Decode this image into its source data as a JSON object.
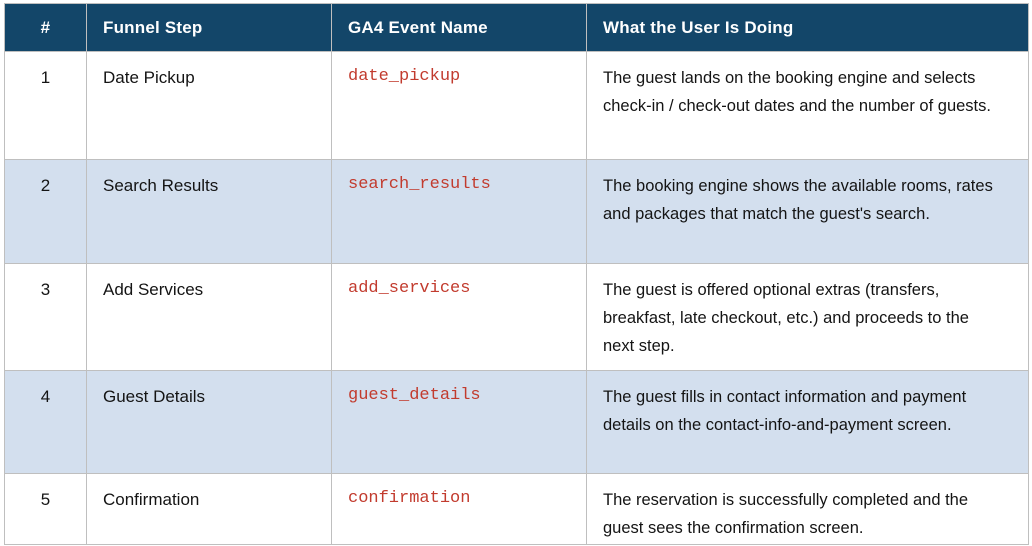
{
  "table": {
    "columns": [
      "#",
      "Funnel Step",
      "GA4 Event Name",
      "What the User Is Doing"
    ],
    "rows": [
      {
        "num": "1",
        "step": "Date Pickup",
        "event": "date_pickup",
        "description": "The guest lands on the booking engine and selects check-in / check-out dates and the number of guests."
      },
      {
        "num": "2",
        "step": "Search Results",
        "event": "search_results",
        "description": "The booking engine shows the available rooms, rates and packages that match the guest's search."
      },
      {
        "num": "3",
        "step": "Add Services",
        "event": "add_services",
        "description": "The guest is offered optional extras (transfers, breakfast, late checkout, etc.) and proceeds to the next step."
      },
      {
        "num": "4",
        "step": "Guest Details",
        "event": "guest_details",
        "description": "The guest fills in contact information and payment details on the contact-info-and-payment screen."
      },
      {
        "num": "5",
        "step": "Confirmation",
        "event": "confirmation",
        "description": "The reservation is successfully completed and the guest sees the confirmation screen."
      }
    ]
  },
  "colors": {
    "header_bg": "#134669",
    "header_text": "#ffffff",
    "row_alt_bg": "#d3dfee",
    "event_name_red": "#c23b2e",
    "border_gray": "#bfbfbf"
  }
}
